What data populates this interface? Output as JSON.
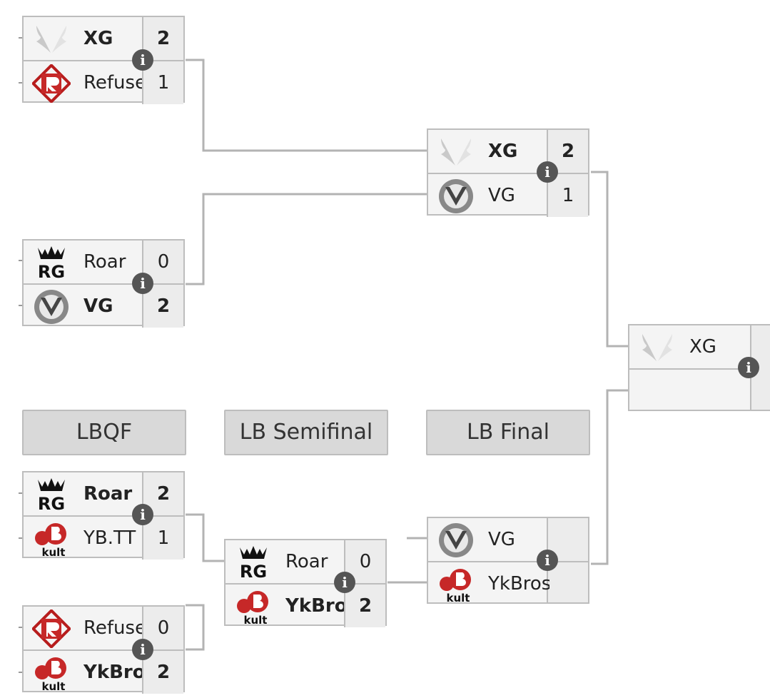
{
  "info_glyph": "i",
  "icons": {
    "xg": "xg-wing-logo",
    "refuse": "refuse-logo",
    "roar": "roar-logo",
    "vg": "vg-logo",
    "ykbros": "ykbros-logo",
    "info": "info-icon"
  },
  "upper": {
    "qf1": {
      "team1": {
        "name": "XG",
        "score": "2"
      },
      "team2": {
        "name": "Refuse",
        "score": "1"
      }
    },
    "qf2": {
      "team1": {
        "name": "Roar",
        "score": "0"
      },
      "team2": {
        "name": "VG",
        "score": "2"
      }
    },
    "sf": {
      "team1": {
        "name": "XG",
        "score": "2"
      },
      "team2": {
        "name": "VG",
        "score": "1"
      }
    },
    "final": {
      "team1": {
        "name": "XG"
      }
    }
  },
  "lower": {
    "rounds": {
      "r1": "LBQF",
      "r2": "LB Semifinal",
      "r3": "LB Final"
    },
    "qf1": {
      "team1": {
        "name": "Roar",
        "score": "2"
      },
      "team2": {
        "name": "YB.TT",
        "score": "1"
      }
    },
    "qf2": {
      "team1": {
        "name": "Refuse",
        "score": "0"
      },
      "team2": {
        "name": "YkBros",
        "score": "2"
      }
    },
    "sf": {
      "team1": {
        "name": "Roar",
        "score": "0"
      },
      "team2": {
        "name": "YkBros",
        "score": "2"
      }
    },
    "final": {
      "team1": {
        "name": "VG"
      },
      "team2": {
        "name": "YkBros"
      }
    }
  }
}
